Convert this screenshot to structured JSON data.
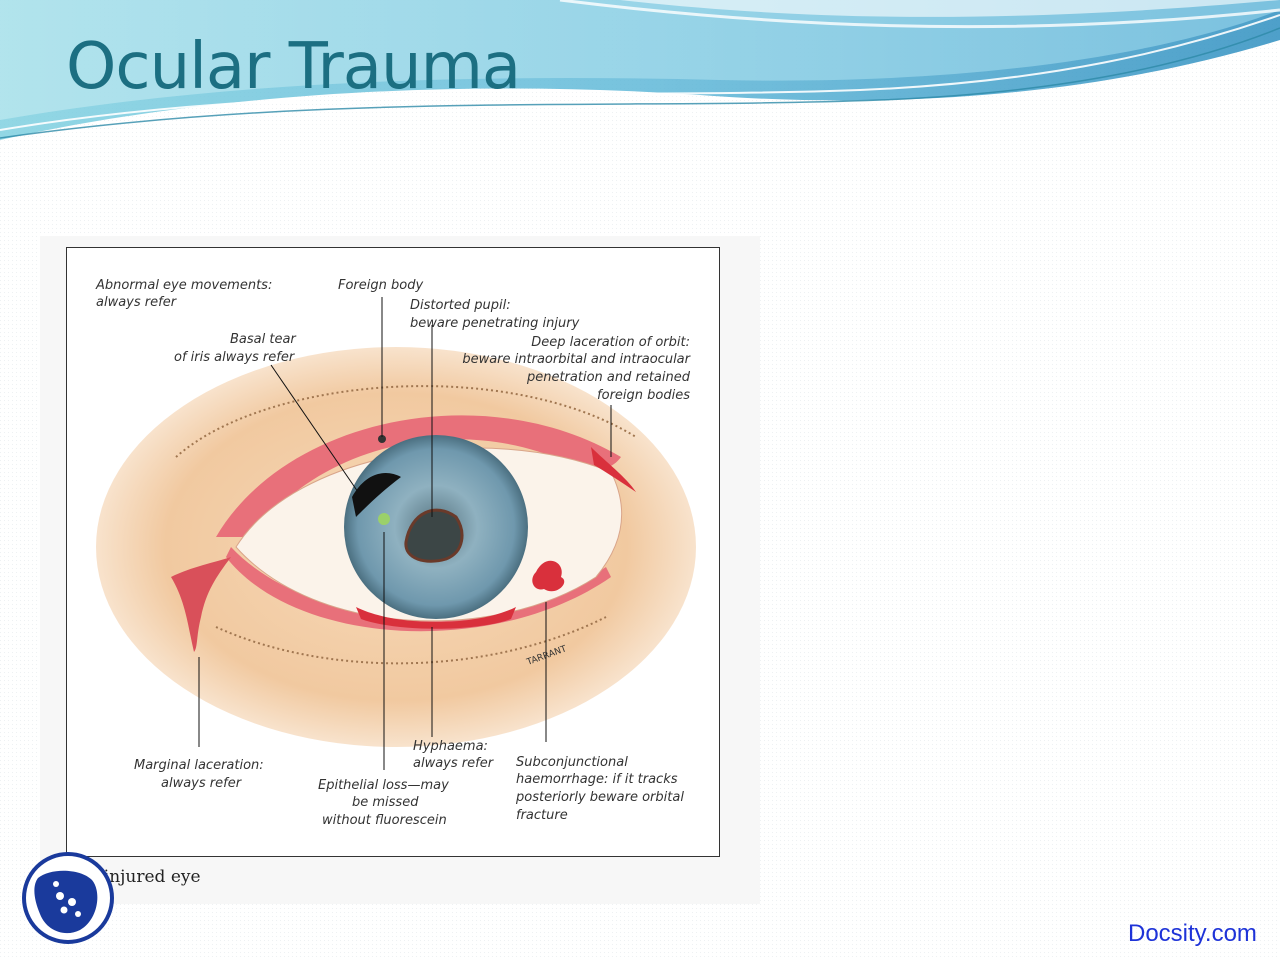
{
  "slide": {
    "title": "Ocular Trauma",
    "caption": "The injured eye",
    "watermark": "Docsity.com"
  },
  "figure": {
    "labels": {
      "abnormal_1": "Abnormal eye movements:",
      "abnormal_2": "always refer",
      "foreign_body": "Foreign body",
      "distorted_1": "Distorted pupil:",
      "distorted_2": "beware penetrating injury",
      "basal_1": "Basal tear",
      "basal_2": "of iris always refer",
      "deep_1": "Deep laceration of orbit:",
      "deep_2": "beware intraorbital and intraocular",
      "deep_3": "penetration and retained",
      "deep_4": "foreign bodies",
      "marginal_1": "Marginal laceration:",
      "marginal_2": "always refer",
      "epithelial_1": "Epithelial loss—may",
      "epithelial_2": "be missed",
      "epithelial_3": "without fluorescein",
      "hyphaema_1": "Hyphaema:",
      "hyphaema_2": "always refer",
      "subconj_1": "Subconjunctional",
      "subconj_2": "haemorrhage: if it tracks",
      "subconj_3": "posteriorly beware orbital",
      "subconj_4": "fracture",
      "artist": "TARRANT"
    }
  },
  "colors": {
    "title": "#1c6f82",
    "watermark": "#1e33d8",
    "logo": "#1a3a9c"
  }
}
